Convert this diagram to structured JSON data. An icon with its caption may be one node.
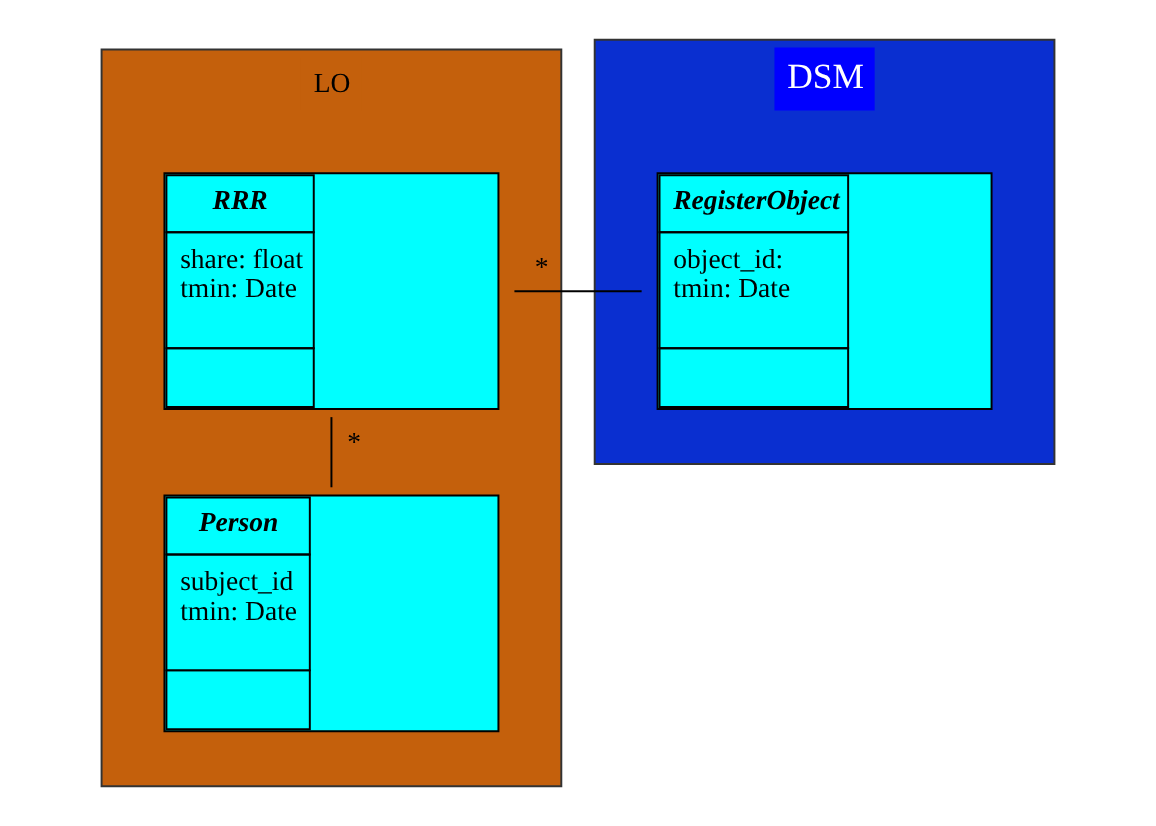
{
  "diagram": {
    "nodes": [
      {
        "text": [
          "LO"
        ]
      },
      {
        "text": [
          "RRR",
          "share: float",
          "tmin: Date"
        ],
        "in": 0
      },
      {
        "text": [
          "Person",
          "subject_id",
          "tmin: Date"
        ],
        "in": 0
      },
      {
        "text": [
          "DSM"
        ]
      },
      {
        "text": [
          "RegisterObject",
          "object_id:",
          "tmin: Date"
        ],
        "in": 3
      }
    ],
    "edges": [
      {
        "from": 1,
        "to": 4,
        "arrow": "none",
        "label": "*"
      },
      {
        "from": 1,
        "to": 2,
        "arrow": "none",
        "label": "*"
      }
    ]
  }
}
